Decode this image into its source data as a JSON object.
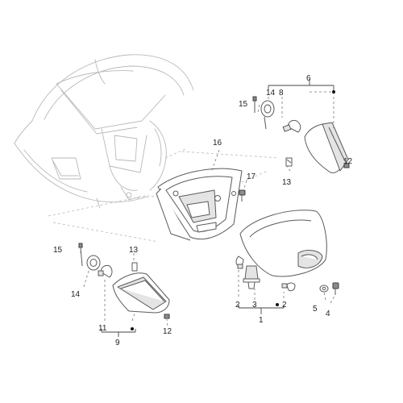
{
  "callouts": {
    "c1": "1",
    "c2a": "2",
    "c2b": "2",
    "c3": "3",
    "c4": "4",
    "c5": "5",
    "c6": "6",
    "c8": "8",
    "c9": "9",
    "c11": "11",
    "c12a": "12",
    "c12b": "12",
    "c13a": "13",
    "c13b": "13",
    "c14a": "14",
    "c14b": "14",
    "c15a": "15",
    "c15b": "15",
    "c16": "16",
    "c17": "17"
  }
}
